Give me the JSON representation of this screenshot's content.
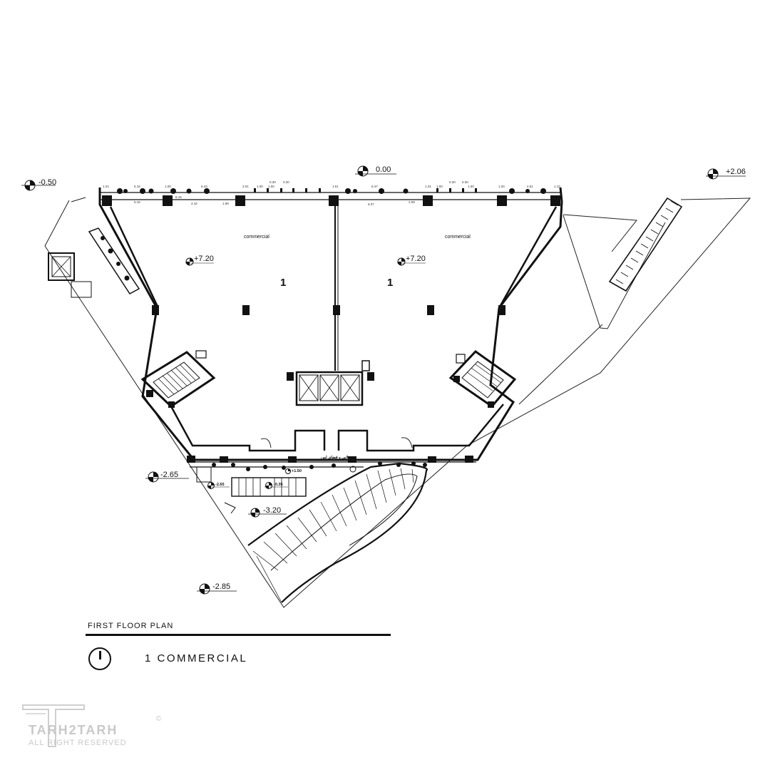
{
  "drawing": {
    "levels": {
      "left_top": "-0.50",
      "center_top": "0.00",
      "right_top": "+2.06",
      "unit_a": "+7.20",
      "unit_b": "+7.20",
      "lower_left": "-2.65",
      "stair_low": "-2.65",
      "stair_mid": "-0.35",
      "ramp_top": "+1.50",
      "ramp_mid": "-3.20",
      "bottom": "-2.85"
    },
    "rooms": {
      "left_label": "commercial",
      "right_label": "commercial",
      "left_number": "1",
      "right_number": "1"
    },
    "lobby_label": "لابی و فضای امن",
    "dimensions_top": [
      "1.24",
      "5.16",
      "1.00",
      "6.43",
      "2.01",
      "1.00",
      "1.00",
      "0.30",
      "0.30",
      "1.51",
      "6.47",
      "1.31",
      "1.00",
      "0.30",
      "0.30",
      "1.00",
      "1.20",
      "4.51",
      "1.10"
    ],
    "dimensions_bottom": [
      "5.16",
      "5.15",
      "4.42",
      "1.99",
      "6.07",
      "2.09"
    ]
  },
  "title": {
    "plan_name": "FIRST FLOOR PLAN",
    "legend_label": "1 COMMERCIAL"
  },
  "watermark": {
    "brand": "TARH2TARH",
    "rights": "ALL RIGHT RESERVED",
    "copyright": "©"
  }
}
